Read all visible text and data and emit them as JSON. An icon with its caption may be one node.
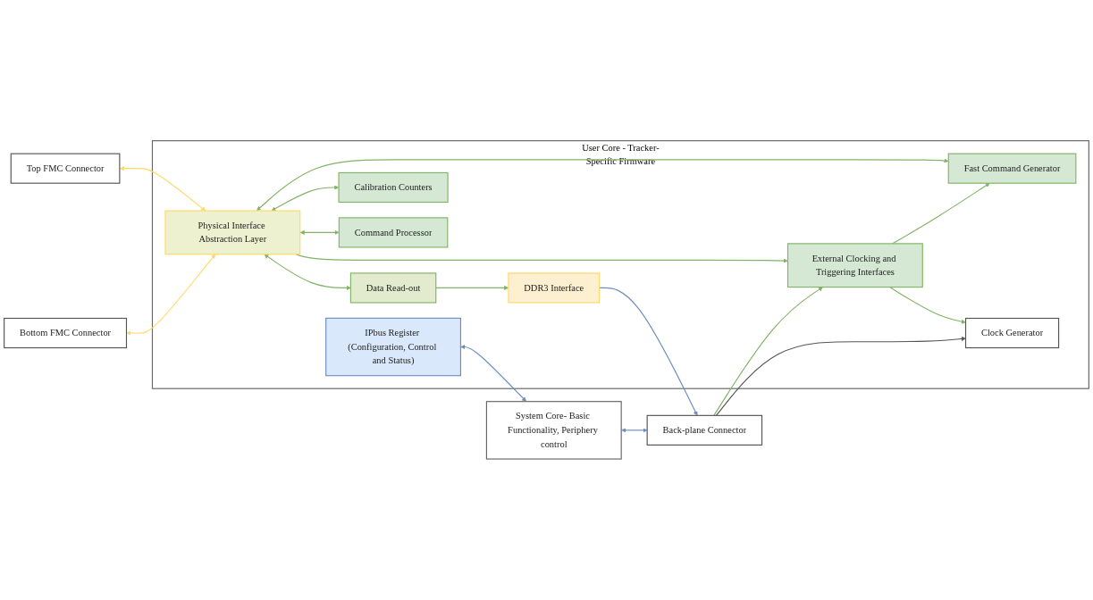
{
  "diagram": {
    "nodes": [
      {
        "text": [
          "User Core - Tracker-Specific Firmware"
        ]
      },
      {
        "text": [
          "Top FMC Connector"
        ]
      },
      {
        "text": [
          "Bottom FMC Connector"
        ]
      },
      {
        "text": [
          "Physical Interface Abstraction Layer"
        ],
        "in": 0
      },
      {
        "text": [
          "Data Read-out"
        ],
        "in": 0
      },
      {
        "text": [
          "DDR3 Interface"
        ],
        "in": 0
      },
      {
        "text": [
          "Calibration Counters"
        ],
        "in": 0
      },
      {
        "text": [
          "External Clocking and Triggering Interfaces"
        ],
        "in": 0
      },
      {
        "text": [
          "Fast Command Generator"
        ],
        "in": 0
      },
      {
        "text": [
          "Clock Generator"
        ],
        "in": 0
      },
      {
        "text": [
          "Command Processor"
        ],
        "in": 0
      },
      {
        "text": [
          "IPbus Register (Configuration, Control and Status)"
        ],
        "in": 0
      },
      {
        "text": [
          "Back-plane Connector"
        ]
      },
      {
        "text": [
          "System Core- Basic Functionality, Periphery control"
        ]
      }
    ],
    "edges": [
      {
        "from": 1,
        "to": 3,
        "arrow": "both",
        "color": "#ffd966"
      },
      {
        "from": 2,
        "to": 3,
        "arrow": "both",
        "color": "#ffd966"
      },
      {
        "from": 3,
        "to": 4,
        "arrow": "both"
      },
      {
        "from": 3,
        "to": 6,
        "arrow": "both"
      },
      {
        "from": 3,
        "to": 7,
        "arrow": "to"
      },
      {
        "from": 3,
        "to": 8,
        "arrow": "both"
      },
      {
        "from": 3,
        "to": 10,
        "arrow": "both"
      },
      {
        "from": 4,
        "to": 5,
        "arrow": "to"
      },
      {
        "from": 5,
        "to": 12,
        "arrow": "to",
        "color": "#6c8ebf"
      },
      {
        "from": 7,
        "to": 8,
        "arrow": "to"
      },
      {
        "from": 7,
        "to": 9,
        "arrow": "to"
      },
      {
        "from": 12,
        "to": 7,
        "arrow": "to"
      },
      {
        "from": 12,
        "to": 9,
        "arrow": "to",
        "color": "#555555"
      },
      {
        "from": 11,
        "to": 13,
        "arrow": "both",
        "color": "#6c8ebf"
      },
      {
        "from": 13,
        "to": 12,
        "arrow": "both",
        "color": "#6c8ebf"
      }
    ]
  }
}
